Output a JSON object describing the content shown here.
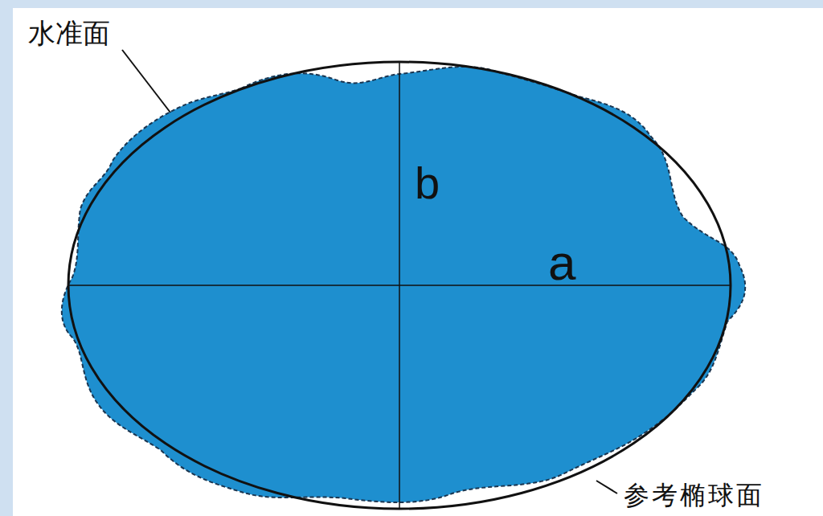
{
  "diagram": {
    "labels": [
      "水准面",
      "b",
      "a",
      "参考椭球面"
    ]
  }
}
